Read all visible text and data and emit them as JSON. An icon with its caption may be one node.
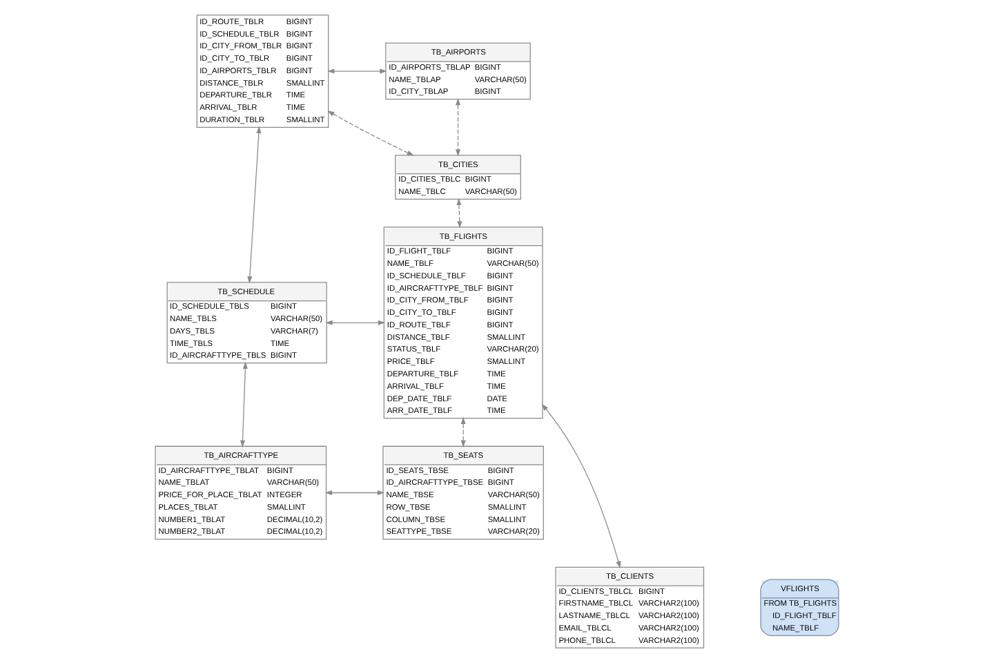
{
  "diagram": {
    "nodes": [
      {
        "text": [
          "ID_ROUTE_TBLR",
          "BIGINT",
          "ID_SCHEDULE_TBLR",
          "BIGINT",
          "ID_CITY_FROM_TBLR",
          "BIGINT",
          "ID_CITY_TO_TBLR",
          "BIGINT",
          "ID_AIRPORTS_TBLR",
          "BIGINT",
          "DISTANCE_TBLR",
          "SMALLINT",
          "DEPARTURE_TBLR",
          "TIME",
          "ARRIVAL_TBLR",
          "TIME",
          "DURATION_TBLR",
          "SMALLINT"
        ]
      },
      {
        "text": [
          "TB_AIRPORTS",
          "ID_AIRPORTS_TBLAP",
          "BIGINT",
          "NAME_TBLAP",
          "VARCHAR(50)",
          "ID_CITY_TBLAP",
          "BIGINT"
        ]
      },
      {
        "text": [
          "TB_CITIES",
          "ID_CITIES_TBLC",
          "BIGINT",
          "NAME_TBLC",
          "VARCHAR(50)"
        ]
      },
      {
        "text": [
          "TB_FLIGHTS",
          "ID_FLIGHT_TBLF",
          "BIGINT",
          "NAME_TBLF",
          "VARCHAR(50)",
          "ID_SCHEDULE_TBLF",
          "BIGINT",
          "ID_AIRCRAFTTYPE_TBLF",
          "BIGINT",
          "ID_CITY_FROM_TBLF",
          "BIGINT",
          "ID_CITY_TO_TBLF",
          "BIGINT",
          "ID_ROUTE_TBLF",
          "BIGINT",
          "DISTANCE_TBLF",
          "SMALLINT",
          "STATUS_TBLF",
          "VARCHAR(20)",
          "PRICE_TBLF",
          "SMALLINT",
          "DEPARTURE_TBLF",
          "TIME",
          "ARRIVAL_TBLF",
          "TIME",
          "DEP_DATE_TBLF",
          "DATE",
          "ARR_DATE_TBLF",
          "TIME"
        ]
      },
      {
        "text": [
          "TB_SCHEDULE",
          "ID_SCHEDULE_TBLS",
          "BIGINT",
          "NAME_TBLS",
          "VARCHAR(50)",
          "DAYS_TBLS",
          "VARCHAR(7)",
          "TIME_TBLS",
          "TIME",
          "ID_AIRCRAFTTYPE_TBLS",
          "BIGINT"
        ]
      },
      {
        "text": [
          "TB_AIRCRAFTTYPE",
          "ID_AIRCRAFTTYPE_TBLAT",
          "BIGINT",
          "NAME_TBLAT",
          "VARCHAR(50)",
          "PRICE_FOR_PLACE_TBLAT",
          "INTEGER",
          "PLACES_TBLAT",
          "SMALLINT",
          "NUMBER1_TBLAT",
          "DECIMAL(10,2)",
          "NUMBER2_TBLAT",
          "DECIMAL(10,2)"
        ]
      },
      {
        "text": [
          "TB_SEATS",
          "ID_SEATS_TBSE",
          "BIGINT",
          "ID_AIRCRAFTTYPE_TBSE",
          "BIGINT",
          "NAME_TBSE",
          "VARCHAR(50)",
          "ROW_TBSE",
          "SMALLINT",
          "COLUMN_TBSE",
          "SMALLINT",
          "SEATTYPE_TBSE",
          "VARCHAR(20)"
        ]
      },
      {
        "text": [
          "TB_CLIENTS",
          "ID_CLIENTS_TBLCL",
          "BIGINT",
          "FIRSTNAME_TBLCL",
          "VARCHAR2(100)",
          "LASTNAME_TBLCL",
          "VARCHAR2(100)",
          "EMAIL_TBLCL",
          "VARCHAR2(100)",
          "PHONE_TBLCL",
          "VARCHAR2(100)"
        ]
      },
      {
        "text": [
          "VFLIGHTS",
          "FROM TB_FLIGHTS",
          "ID_FLIGHT_TBLF",
          "NAME_TBLF"
        ]
      }
    ],
    "edges": [
      {
        "from": 0,
        "to": 1,
        "arrow": "both"
      },
      {
        "from": 0,
        "to": 2,
        "arrow": "both",
        "style": "dashed"
      },
      {
        "from": 1,
        "to": 2,
        "arrow": "both",
        "style": "dashed"
      },
      {
        "from": 0,
        "to": 4,
        "arrow": "both"
      },
      {
        "from": 2,
        "to": 3,
        "arrow": "both",
        "style": "dashed"
      },
      {
        "from": 4,
        "to": 3,
        "arrow": "both"
      },
      {
        "from": 4,
        "to": 5,
        "arrow": "both"
      },
      {
        "from": 5,
        "to": 6,
        "arrow": "both"
      },
      {
        "from": 3,
        "to": 6,
        "arrow": "both",
        "style": "dashed"
      },
      {
        "from": 3,
        "to": 7,
        "arrow": "both"
      }
    ]
  }
}
